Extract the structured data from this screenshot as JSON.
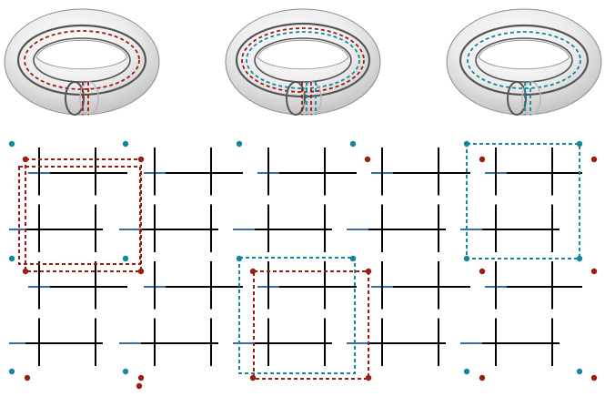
{
  "figure": {
    "tori": [
      {
        "name": "torus-red-loops",
        "loops": [
          "red",
          "red"
        ]
      },
      {
        "name": "torus-red-and-blue-loops",
        "loops": [
          "red",
          "red",
          "blue",
          "blue"
        ]
      },
      {
        "name": "torus-blue-loops",
        "loops": [
          "blue",
          "blue"
        ]
      }
    ],
    "lattice": {
      "rows": 4,
      "cols": 5
    },
    "highlight_loops": [
      {
        "name": "red-loop-left",
        "color": "red"
      },
      {
        "name": "red-loop-middle",
        "color": "red"
      },
      {
        "name": "blue-loop-middle",
        "color": "teal"
      },
      {
        "name": "blue-loop-right",
        "color": "teal"
      }
    ]
  },
  "colors": {
    "red": "#9b1c12",
    "teal": "#12889e",
    "blue_stub": "#3a6e9e",
    "line": "#000000",
    "torus_fill": "#e9e9e9",
    "torus_outline": "#555555"
  }
}
